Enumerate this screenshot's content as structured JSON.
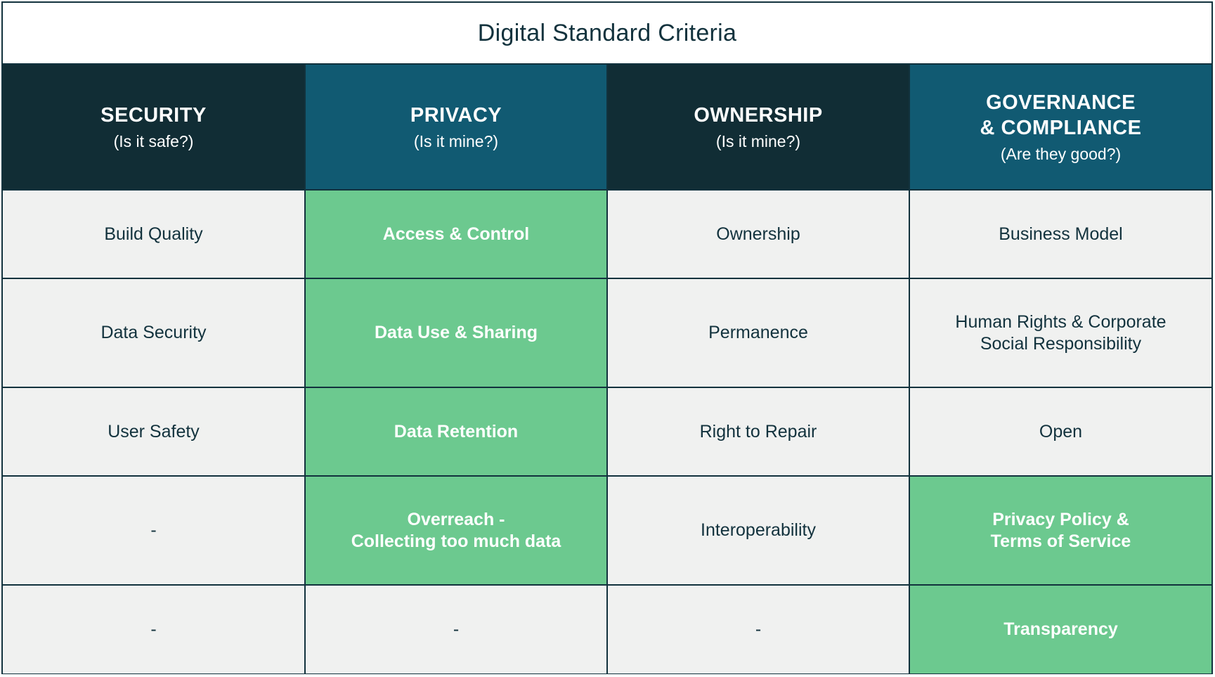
{
  "title": "Digital Standard Criteria",
  "colors": {
    "border": "#12323d",
    "header_dark": "#112d35",
    "header_teal": "#115a72",
    "cell_plain": "#f0f1f0",
    "cell_highlight": "#6cc98f"
  },
  "columns": [
    {
      "title": "SECURITY",
      "subtitle": "(Is it safe?)"
    },
    {
      "title": "PRIVACY",
      "subtitle": "(Is it mine?)"
    },
    {
      "title": "OWNERSHIP",
      "subtitle": "(Is it mine?)"
    },
    {
      "title": "GOVERNANCE\n& COMPLIANCE",
      "subtitle": "(Are they good?)"
    }
  ],
  "rows": [
    [
      {
        "text": "Build Quality",
        "highlight": false
      },
      {
        "text": "Access & Control",
        "highlight": true
      },
      {
        "text": "Ownership",
        "highlight": false
      },
      {
        "text": "Business Model",
        "highlight": false
      }
    ],
    [
      {
        "text": "Data Security",
        "highlight": false
      },
      {
        "text": "Data Use & Sharing",
        "highlight": true
      },
      {
        "text": "Permanence",
        "highlight": false
      },
      {
        "text": "Human Rights & Corporate\nSocial Responsibility",
        "highlight": false
      }
    ],
    [
      {
        "text": "User Safety",
        "highlight": false
      },
      {
        "text": "Data Retention",
        "highlight": true
      },
      {
        "text": "Right to Repair",
        "highlight": false
      },
      {
        "text": "Open",
        "highlight": false
      }
    ],
    [
      {
        "text": "-",
        "highlight": false
      },
      {
        "text": "Overreach -\nCollecting too much data",
        "highlight": true
      },
      {
        "text": "Interoperability",
        "highlight": false
      },
      {
        "text": "Privacy Policy &\nTerms of Service",
        "highlight": true
      }
    ],
    [
      {
        "text": "-",
        "highlight": false
      },
      {
        "text": "-",
        "highlight": false
      },
      {
        "text": "-",
        "highlight": false
      },
      {
        "text": "Transparency",
        "highlight": true
      }
    ]
  ]
}
